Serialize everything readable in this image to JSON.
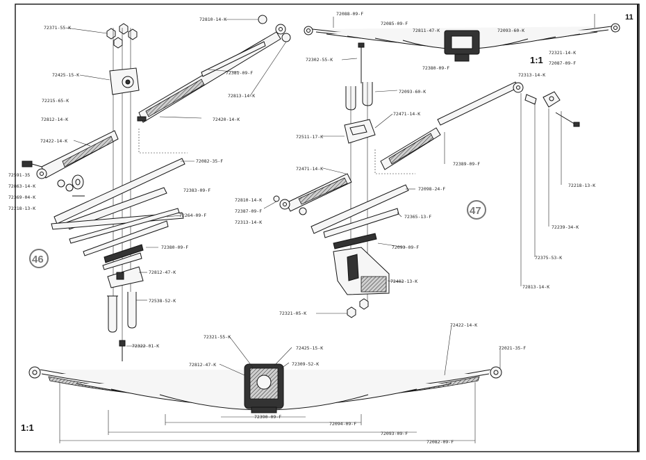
{
  "page": {
    "page_number": "11",
    "scale_top": "1:1",
    "scale_bottom": "1:1",
    "figure_46": "46",
    "figure_47": "47"
  },
  "labels": {
    "l01": "72371-55-K",
    "l02": "72810-14-K",
    "l03": "72425-15-K",
    "l04": "72381-09-F",
    "l05": "72813-14-K",
    "l06": "72215-65-K",
    "l07": "72812-14-K",
    "l08": "72422-14-K",
    "l09": "72420-14-K",
    "l10": "72082-35-F",
    "l11": "72591-35",
    "l12": "72863-14-K",
    "l13": "72369-04-K",
    "l14": "72218-13-K",
    "l15": "72383-09-F",
    "l16": "72264-09-F",
    "l17": "72380-09-F",
    "l18": "72812-47-K",
    "l19": "72538-52-K",
    "l20": "72322-01-K",
    "l21": "72088-09-F",
    "l22": "72085-09-F",
    "l23": "72811-47-K",
    "l24": "72093-60-K",
    "l25": "72302-55-K",
    "l26": "72321-14-K",
    "l27": "72087-09-F",
    "l28": "72380-09-F",
    "l29": "72313-14-K",
    "l30": "72093-60-K",
    "l31": "72471-14-K",
    "l32": "72511-17-K",
    "l33": "72389-09-F",
    "l34": "72471-14-K",
    "l35": "72218-13-K",
    "l36": "72098-24-F",
    "l37": "72810-14-K",
    "l38": "72387-09-F",
    "l39": "72313-14-K",
    "l40": "72365-13-F",
    "l41": "72239-34-K",
    "l42": "72093-09-F",
    "l43": "72375-53-K",
    "l44": "72403-13-K",
    "l45": "72813-14-K",
    "l46": "72321-05-K",
    "l47": "72422-14-K",
    "l48": "72321-55-K",
    "l49": "72425-15-K",
    "l50": "72021-35-F",
    "l51": "72812-47-K",
    "l52": "72309-52-K",
    "l53": "72390-09-F",
    "l54": "72094-09-F",
    "l55": "72093-09-F",
    "l56": "72082-09-F"
  }
}
